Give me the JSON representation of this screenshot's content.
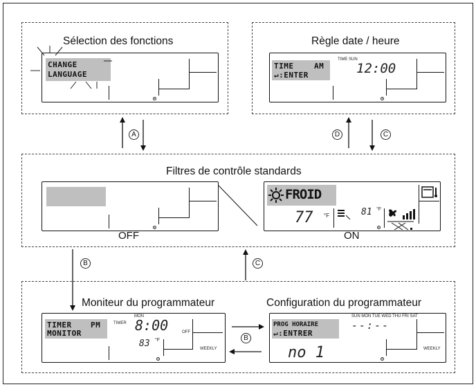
{
  "boxes": {
    "selection": {
      "title": "Sélection des fonctions"
    },
    "datetime": {
      "title": "Règle date / heure"
    },
    "standard": {
      "title": "Filtres de contrôle standards",
      "off_label": "OFF",
      "on_label": "ON"
    },
    "monitor": {
      "title": "Moniteur du programmateur"
    },
    "config": {
      "title": "Configuration du programmateur"
    }
  },
  "screens": {
    "change_language": {
      "line1": "CHANGE",
      "line2": "LANGUAGE"
    },
    "time_enter": {
      "line1": "TIME",
      "ampm": "AM",
      "line2": "↵:ENTER",
      "time_sun": "TIME SUN",
      "clock": "12:00"
    },
    "on_mode": {
      "mode": "FROID",
      "temp": "77",
      "unit": "°F",
      "room_temp": "81",
      "room_unit": "°F"
    },
    "timer_monitor": {
      "line1": "TIMER",
      "ampm": "PM",
      "line2": "MONITOR",
      "mon": "MON",
      "timer": "TIMER",
      "clock": "8:00",
      "off": "OFF",
      "temp": "83",
      "unit": "°F",
      "weekly": "WEEKLY"
    },
    "prog_horaire": {
      "line1": "PROG HORAIRE",
      "line2": "↵:ENTRER",
      "days": "SUN MON TUE WED THU FRI SAT",
      "clock": "--:--",
      "no": "no 1",
      "weekly": "WEEKLY"
    }
  },
  "arrows": {
    "a": "A",
    "b": "B",
    "c": "C",
    "d": "D"
  }
}
